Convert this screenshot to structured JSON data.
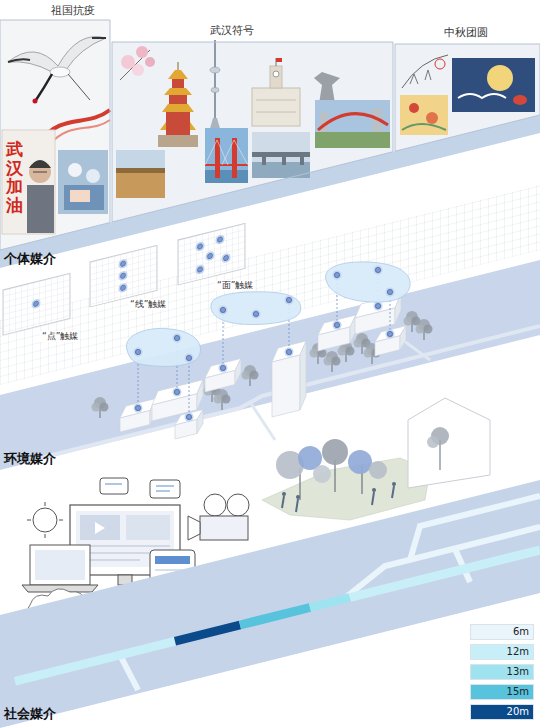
{
  "diagram": {
    "nodes": [
      {
        "text": [
          "祖国抗疫"
        ]
      },
      {
        "text": [
          "武汉符号"
        ]
      },
      {
        "text": [
          "中秋团圆"
        ]
      }
    ],
    "labels": [
      "武汉加油",
      "个体媒介",
      "“点”触媒",
      "“线”触媒",
      "“面”触媒",
      "环境媒介",
      "社会媒介"
    ],
    "legend": [
      {
        "text": "6m",
        "color": "#eaf5fb"
      },
      {
        "text": "12m",
        "color": "#c8eef8"
      },
      {
        "text": "13m",
        "color": "#9fe3f1"
      },
      {
        "text": "15m",
        "color": "#58c3dd"
      },
      {
        "text": "20m",
        "color": "#0b4a8b"
      }
    ]
  }
}
